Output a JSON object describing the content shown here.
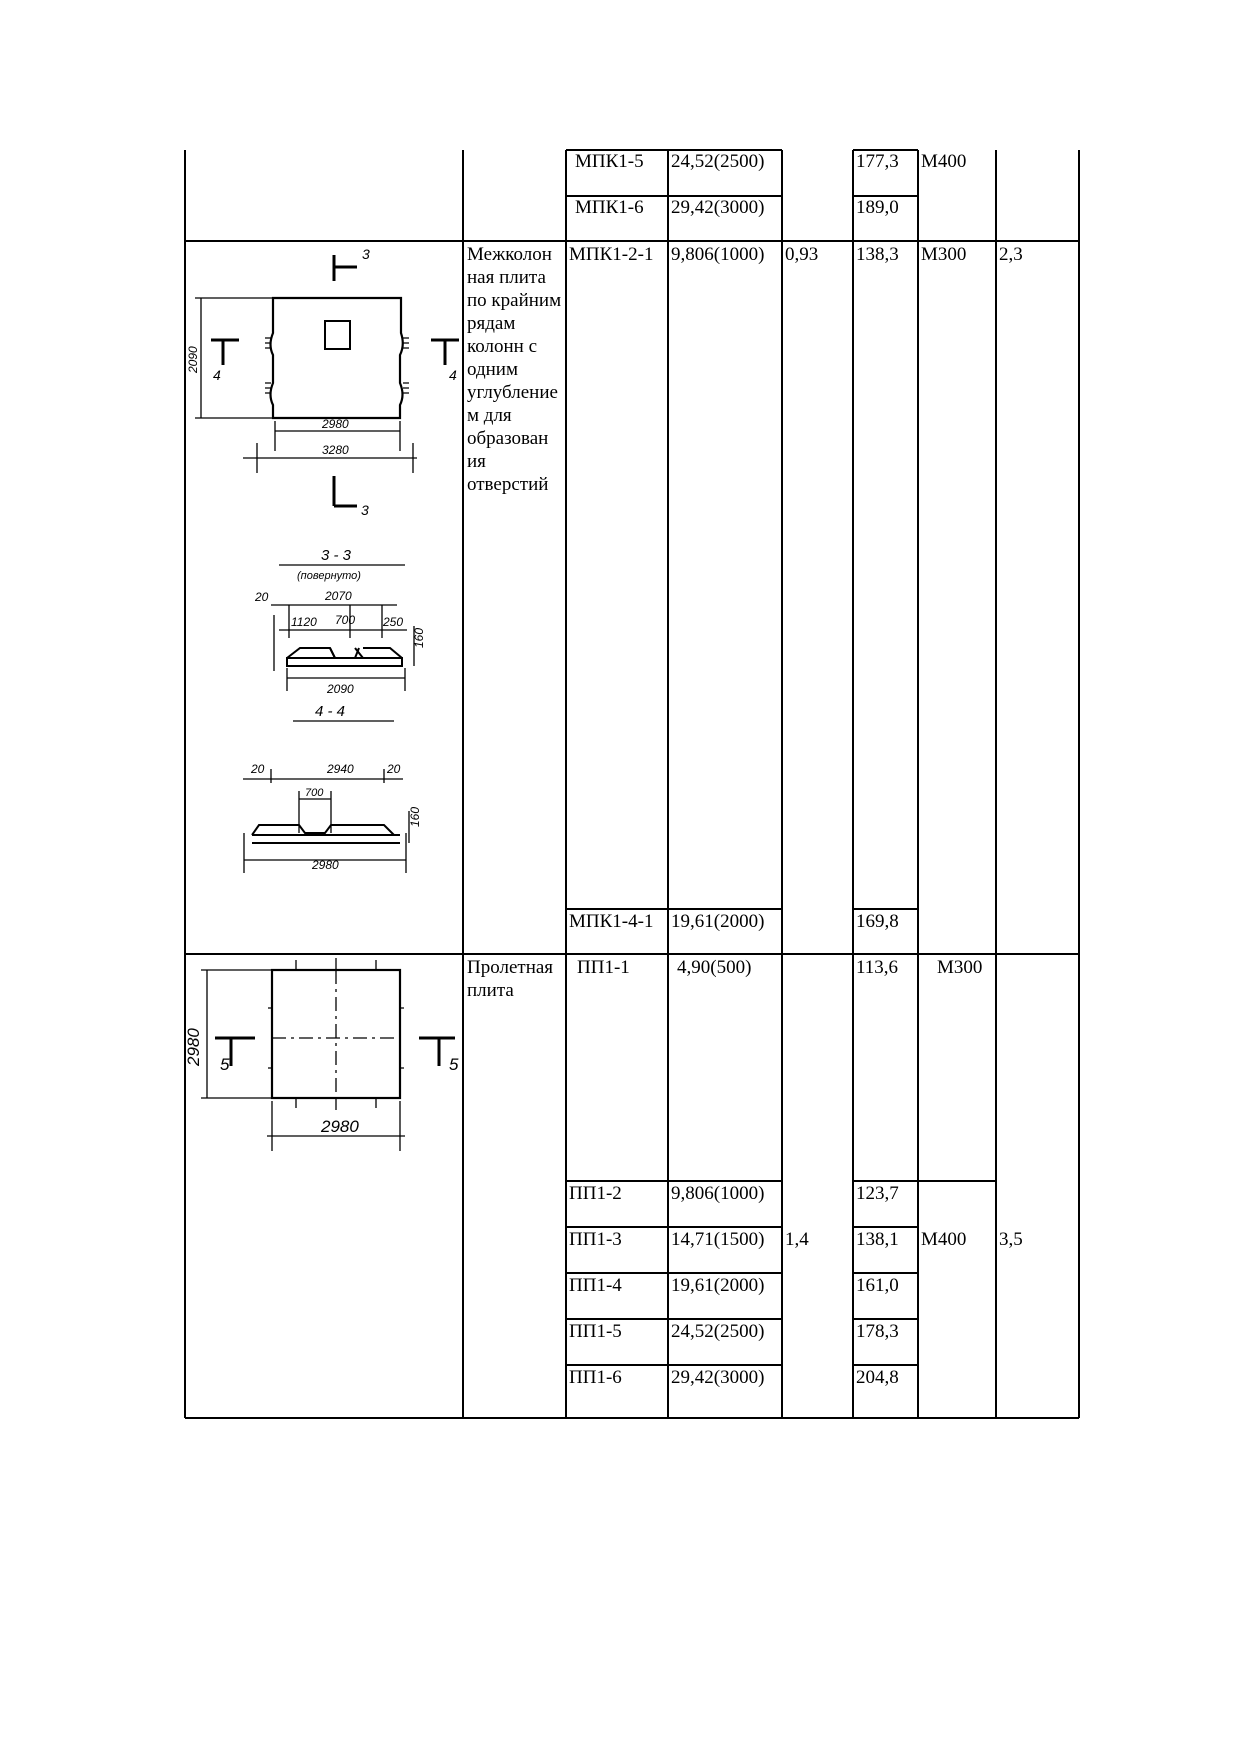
{
  "top_rows": [
    {
      "mark": "МПК1-5",
      "load": "24,52(2500)",
      "mass": "177,3",
      "concrete": "М400"
    },
    {
      "mark": "МПК1-6",
      "load": "29,42(3000)",
      "mass": "189,0"
    }
  ],
  "mpk_group": {
    "description": "Межколон ная плита по крайним рядам колонн с одним углубление м для образован ия отверстий",
    "rows": [
      {
        "mark": "МПК1-2-1",
        "load": "9,806(1000)",
        "volume": "0,93",
        "mass": "138,3",
        "concrete": "М300",
        "steel": "2,3"
      },
      {
        "mark": "МПК1-4-1",
        "load": "19,61(2000)",
        "mass": "169,8"
      }
    ],
    "drawing": {
      "section_mark": "3",
      "section_mark_side": "4",
      "dim_height": "2090",
      "dim_inner": "2980",
      "dim_outer": "3280",
      "section33_title": "3 - 3",
      "section33_note": "(повернуто)",
      "section33_dims": [
        "20",
        "2070",
        "1120",
        "700",
        "250",
        "160",
        "2090"
      ],
      "section44_title": "4 - 4",
      "section44_dims": [
        "20",
        "2940",
        "20",
        "700",
        "160",
        "2980"
      ]
    }
  },
  "pp_group": {
    "description": "Пролетная плита",
    "first": {
      "mark": "ПП1-1",
      "load": "4,90(500)",
      "mass": "113,6",
      "concrete": "М300"
    },
    "rows": [
      {
        "mark": "ПП1-2",
        "load": "9,806(1000)",
        "mass": "123,7"
      },
      {
        "mark": "ПП1-3",
        "load": "14,71(1500)",
        "volume": "1,4",
        "mass": "138,1",
        "concrete": "М400",
        "steel": "3,5"
      },
      {
        "mark": "ПП1-4",
        "load": "19,61(2000)",
        "mass": "161,0"
      },
      {
        "mark": "ПП1-5",
        "load": "24,52(2500)",
        "mass": "178,3"
      },
      {
        "mark": "ПП1-6",
        "load": "29,42(3000)",
        "mass": "204,8"
      }
    ],
    "drawing": {
      "dim_height": "2980",
      "dim_width": "2980",
      "section_mark": "5"
    }
  }
}
